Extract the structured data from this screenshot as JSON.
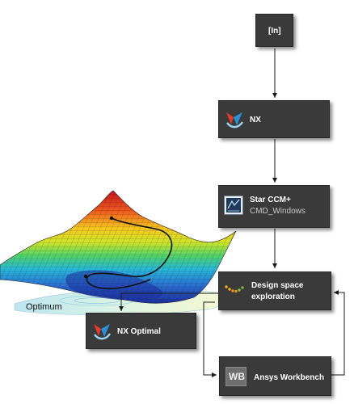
{
  "nodes": {
    "input": {
      "label": "[In]"
    },
    "nx": {
      "label": "NX",
      "icon": "nx-logo-icon"
    },
    "starccm": {
      "label": "Star CCM+",
      "sublabel": "CMD_Windows",
      "icon": "star-ccm-logo-icon"
    },
    "dse": {
      "label_line1": "Design space",
      "label_line2": "exploration",
      "icon": "design-space-dots-icon"
    },
    "nx_optimal": {
      "label": "NX Optimal",
      "icon": "nx-logo-icon"
    },
    "ansys": {
      "label": "Ansys Workbench",
      "icon": "wb-logo-icon",
      "icon_text": "WB"
    }
  },
  "surface": {
    "caption": "Optimum"
  },
  "colors": {
    "node_bg": "#3a3a3a",
    "connector": "#1a1a1a",
    "surface_high": "#d7261e",
    "surface_mid": "#f5e51f",
    "surface_low": "#1f3fb5"
  }
}
